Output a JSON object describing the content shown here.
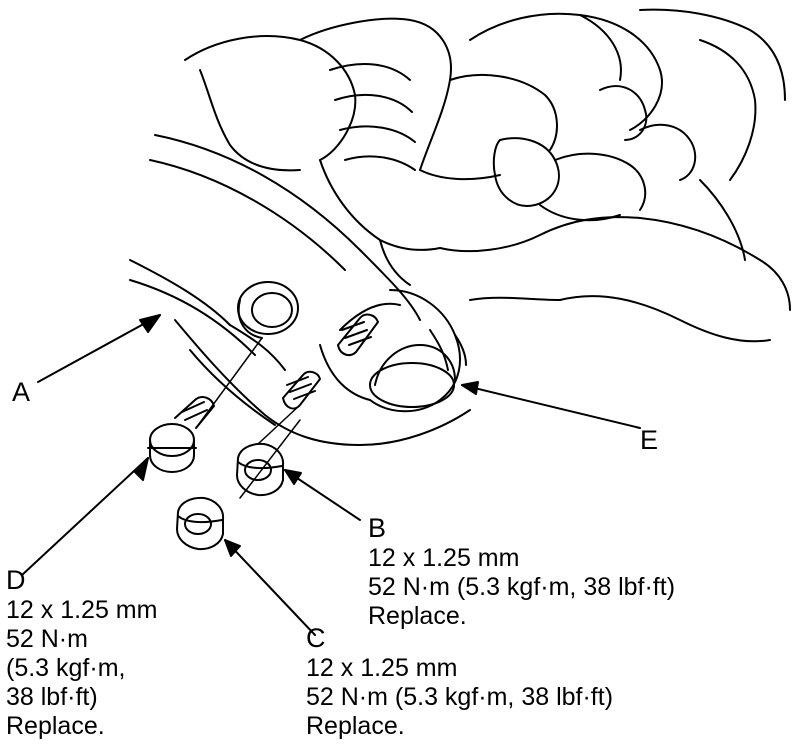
{
  "callouts": {
    "A": {
      "letter": "A"
    },
    "B": {
      "letter": "B",
      "lines": [
        "12 x 1.25 mm",
        "52 N·m (5.3 kgf·m, 38 lbf·ft)",
        "Replace."
      ]
    },
    "C": {
      "letter": "C",
      "lines": [
        "12 x 1.25 mm",
        "52 N·m (5.3 kgf·m, 38 lbf·ft)",
        "Replace."
      ]
    },
    "D": {
      "letter": "D",
      "lines": [
        "12 x 1.25 mm",
        "52 N·m",
        "(5.3 kgf·m,",
        "38 lbf·ft)",
        "Replace."
      ]
    },
    "E": {
      "letter": "E"
    }
  }
}
